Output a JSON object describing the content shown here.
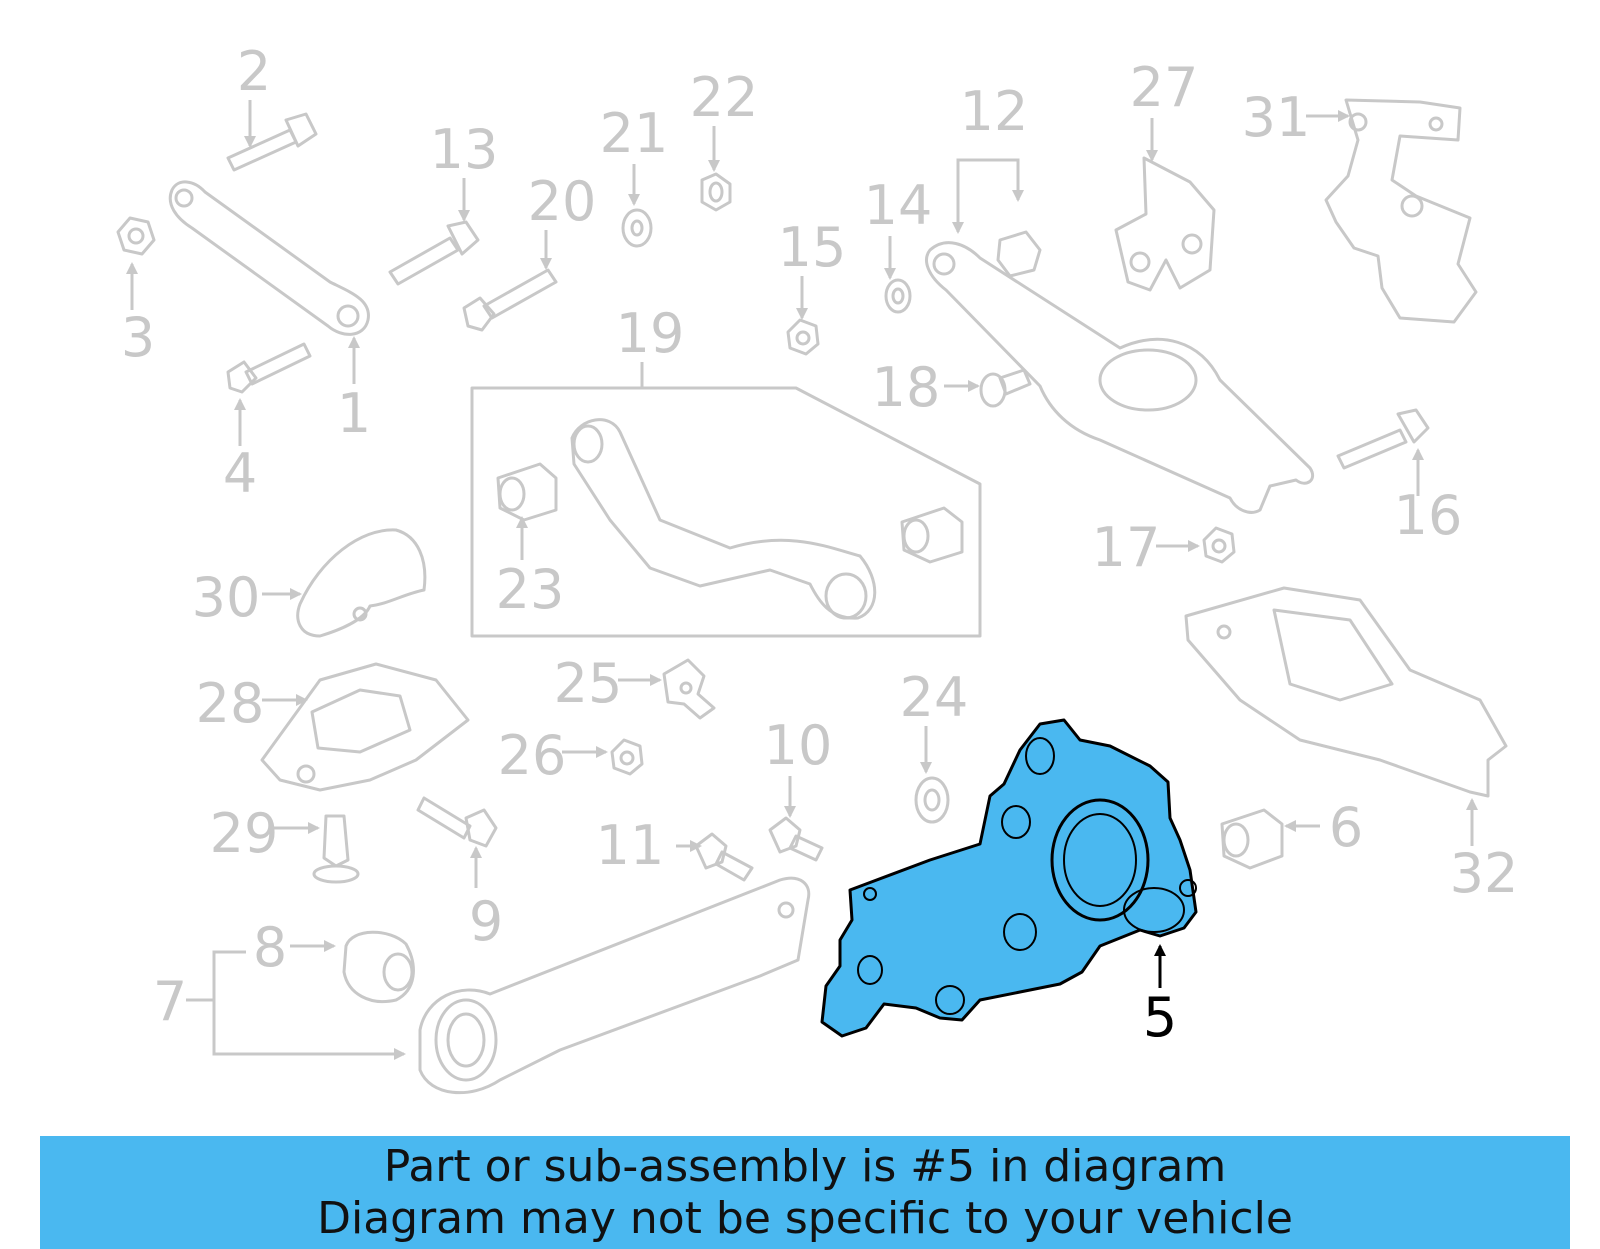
{
  "colors": {
    "part_stroke": "#c8c8c8",
    "label_text": "#c8c8c8",
    "highlight_fill": "#4ab8f0",
    "highlight_stroke": "#000000",
    "highlight_label": "#000000",
    "banner_bg": "#4ab8f0",
    "banner_text": "#111111"
  },
  "highlighted_part": "5",
  "callouts": [
    "1",
    "2",
    "3",
    "4",
    "5",
    "6",
    "7",
    "8",
    "9",
    "10",
    "11",
    "12",
    "13",
    "14",
    "15",
    "16",
    "17",
    "18",
    "19",
    "20",
    "21",
    "22",
    "23",
    "24",
    "25",
    "26",
    "27",
    "28",
    "29",
    "30",
    "31",
    "32"
  ],
  "banner": {
    "line1": "Part or sub-assembly is #5 in diagram",
    "line2": "Diagram may not be specific to your vehicle"
  }
}
